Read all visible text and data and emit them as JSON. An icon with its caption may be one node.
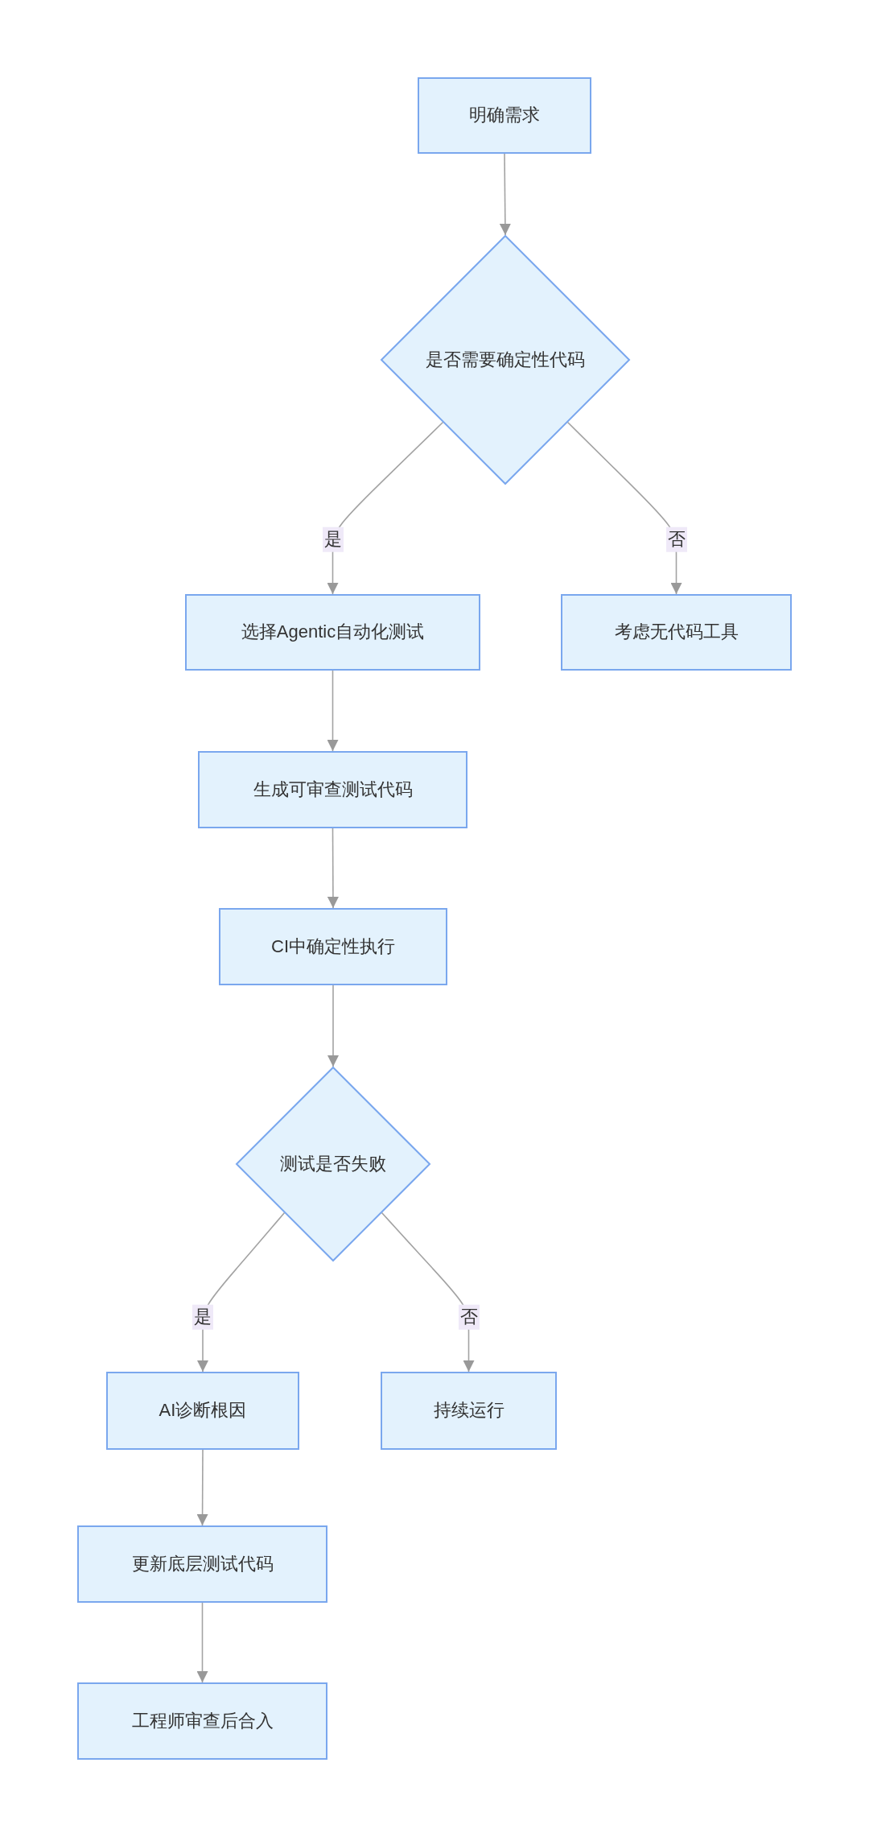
{
  "diagram": {
    "nodes": [
      {
        "text": [
          "明确需求"
        ]
      },
      {
        "text": [
          "是否需要确定性代码"
        ]
      },
      {
        "text": [
          "选择Agentic自动化测试"
        ]
      },
      {
        "text": [
          "考虑无代码工具"
        ]
      },
      {
        "text": [
          "生成可审查测试代码"
        ]
      },
      {
        "text": [
          "CI中确定性执行"
        ]
      },
      {
        "text": [
          "测试是否失败"
        ]
      },
      {
        "text": [
          "AI诊断根因"
        ]
      },
      {
        "text": [
          "持续运行"
        ]
      },
      {
        "text": [
          "更新底层测试代码"
        ]
      },
      {
        "text": [
          "工程师审查后合入"
        ]
      }
    ],
    "edges": [
      {
        "from": 0,
        "to": 1,
        "arrow": "to"
      },
      {
        "from": 1,
        "to": 2,
        "arrow": "to",
        "label": "是"
      },
      {
        "from": 1,
        "to": 3,
        "arrow": "to",
        "label": "否"
      },
      {
        "from": 2,
        "to": 4,
        "arrow": "to"
      },
      {
        "from": 4,
        "to": 5,
        "arrow": "to"
      },
      {
        "from": 5,
        "to": 6,
        "arrow": "to"
      },
      {
        "from": 6,
        "to": 7,
        "arrow": "to",
        "label": "是"
      },
      {
        "from": 6,
        "to": 8,
        "arrow": "to",
        "label": "否"
      },
      {
        "from": 7,
        "to": 9,
        "arrow": "to"
      },
      {
        "from": 9,
        "to": 10,
        "arrow": "to"
      }
    ]
  }
}
